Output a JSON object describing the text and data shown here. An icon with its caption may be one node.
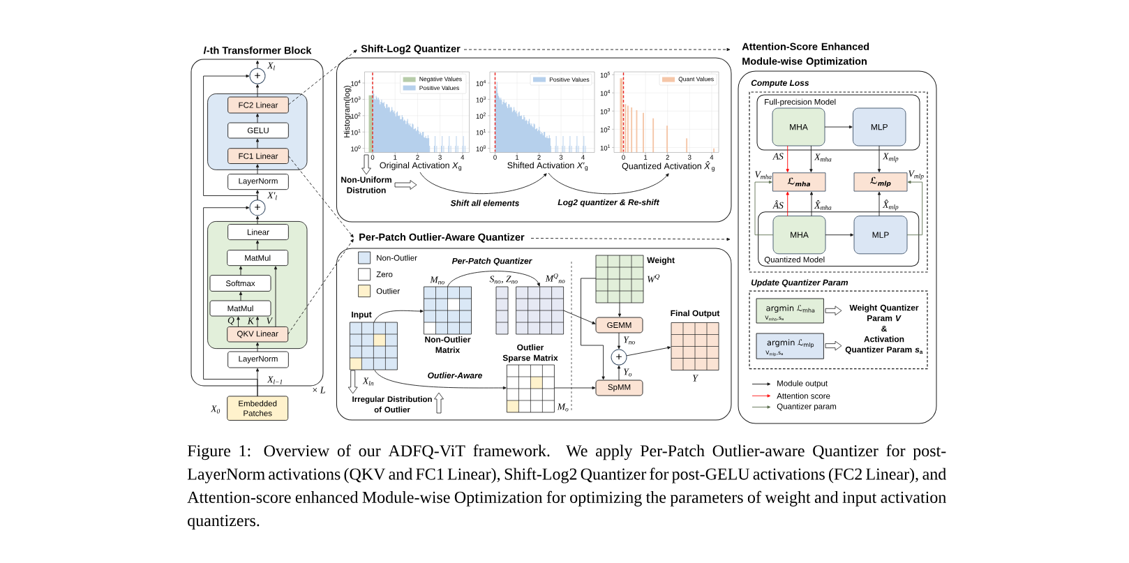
{
  "diagram": {
    "caption": "Figure 1: Overview of our ADFQ-ViT framework. We apply Per-Patch Outlier-aware Quantizer for post-LayerNorm activations (QKV and FC1 Linear), Shift-Log2 Quantizer for post-GELU activations (FC2 Linear), and Attention-score enhanced Module-wise Optimization for optimizing the parameters of weight and input activation quantizers.",
    "nodes": [
      {
        "text": [
          "*l*-th Transformer Block"
        ],
        "beside": [
          "× *L*"
        ]
      },
      {
        "text": [
          "+"
        ],
        "in": 0
      },
      {
        "text": [],
        "shape": "box",
        "in": 0
      },
      {
        "text": [
          "FC2 Linear"
        ],
        "in": 2
      },
      {
        "text": [
          "GELU"
        ],
        "in": 2
      },
      {
        "text": [
          "FC1 Linear"
        ],
        "in": 2
      },
      {
        "text": [
          "LayerNorm"
        ],
        "in": 0
      },
      {
        "text": [
          "+"
        ],
        "in": 0
      },
      {
        "text": [],
        "shape": "box",
        "in": 0
      },
      {
        "text": [
          "Linear"
        ],
        "in": 8
      },
      {
        "text": [
          "MatMul"
        ],
        "in": 8
      },
      {
        "text": [
          "Softmax"
        ],
        "in": 8
      },
      {
        "text": [
          "MatMul"
        ],
        "in": 8
      },
      {
        "text": [
          "QKV Linear"
        ],
        "in": 8
      },
      {
        "text": [
          "LayerNorm"
        ],
        "in": 0
      },
      {
        "text": [
          "Embedded Patches"
        ],
        "beside": [
          "X$_{0}$"
        ]
      },
      {
        "text": [
          "Shift-Log2 Quantizer"
        ]
      },
      {
        "text": [
          "Original Activation *X*$_{g}$"
        ],
        "in": 16
      },
      {
        "text": [
          "Shifted Activation *X*′$_{g}$"
        ],
        "in": 16
      },
      {
        "text": [
          "Quantized Activation *X̂*$_{g}$"
        ],
        "in": 16
      },
      {
        "text": [
          "Non-Uniform Distrution"
        ],
        "in": 16
      },
      {
        "text": [
          "Per-Patch Outlier-Aware Quantizer"
        ]
      },
      {
        "text": [
          "Input"
        ],
        "beside": [
          "X$_{ln}$"
        ],
        "in": 21
      },
      {
        "text": [
          "Non-Outlier Matrix"
        ],
        "beside": [
          "M$_{no}$"
        ],
        "in": 21
      },
      {
        "text": [
          "S$_{no}$, Z$_{no}$"
        ],
        "in": 21
      },
      {
        "text": [
          "M$^{Q}$$_{no}$"
        ],
        "in": 21
      },
      {
        "text": [
          "Outlier Sparse Matrix"
        ],
        "beside": [
          "M$_{o}$"
        ],
        "in": 21
      },
      {
        "text": [
          "Irregular Distribution of Outlier"
        ],
        "in": 21
      },
      {
        "text": [
          "Weight"
        ],
        "beside": [
          "W$^{Q}$"
        ],
        "in": 21
      },
      {
        "text": [
          "GEMM"
        ],
        "in": 21
      },
      {
        "text": [
          "+"
        ],
        "in": 21
      },
      {
        "text": [
          "SpMM"
        ],
        "in": 21
      },
      {
        "text": [
          "Final Output"
        ],
        "beside": [
          "Y"
        ],
        "in": 21
      },
      {
        "text": [
          "Attention-Score Enhanced Module-wise Optimization"
        ]
      },
      {
        "text": [
          "Compute Loss"
        ],
        "in": 33
      },
      {
        "text": [
          "Full-precision Model"
        ],
        "in": 34
      },
      {
        "text": [
          "MHA"
        ],
        "in": 35
      },
      {
        "text": [
          "MLP"
        ],
        "in": 35
      },
      {
        "text": [
          "ℒ$_{mha}$"
        ],
        "in": 34
      },
      {
        "text": [
          "ℒ$_{mlp}$"
        ],
        "in": 34
      },
      {
        "text": [
          "Quantized Model"
        ],
        "in": 34
      },
      {
        "text": [
          "MHA"
        ],
        "in": 40
      },
      {
        "text": [
          "MLP"
        ],
        "in": 40
      },
      {
        "text": [
          "Update Quantizer Param"
        ],
        "in": 33
      },
      {
        "text": [
          "argmin ℒ$_{mha}$",
          "V$_{mha}$,s$_{a}$"
        ],
        "in": 43
      },
      {
        "text": [
          "argmin ℒ$_{mlp}$",
          "V$_{mlp}$,s$_{a}$"
        ],
        "in": 43
      },
      {
        "text": [
          "Weight Quantizer Param *V*",
          "&",
          "Activation Quantizer Param *s*$_{a}$"
        ],
        "in": 43
      }
    ],
    "edges": [
      {
        "from": 15,
        "to": 14,
        "arrow": "to",
        "label": "X$_{l−1}$"
      },
      {
        "from": 15,
        "to": 7,
        "arrow": "to"
      },
      {
        "from": 14,
        "to": 13,
        "arrow": "to"
      },
      {
        "from": 13,
        "to": 12,
        "arrow": "to",
        "label": "Q"
      },
      {
        "from": 13,
        "to": 12,
        "arrow": "to",
        "label": "K"
      },
      {
        "from": 13,
        "to": 10,
        "arrow": "to",
        "label": "V"
      },
      {
        "from": 12,
        "to": 11,
        "arrow": "to"
      },
      {
        "from": 11,
        "to": 10,
        "arrow": "to"
      },
      {
        "from": 10,
        "to": 9,
        "arrow": "to"
      },
      {
        "from": 9,
        "to": 7,
        "arrow": "to"
      },
      {
        "from": 7,
        "to": 6,
        "arrow": "to",
        "label": "X′$_{l}$"
      },
      {
        "from": 7,
        "to": 1,
        "arrow": "to"
      },
      {
        "from": 6,
        "to": 5,
        "arrow": "to"
      },
      {
        "from": 5,
        "to": 4,
        "arrow": "to"
      },
      {
        "from": 4,
        "to": 3,
        "arrow": "to"
      },
      {
        "from": 3,
        "to": 1,
        "arrow": "to"
      },
      {
        "from": 1,
        "to": null,
        "arrow": "to",
        "label": "X$_{l}$"
      },
      {
        "from": 3,
        "to": 16,
        "arrow": "to",
        "style": "dashed"
      },
      {
        "from": 5,
        "to": 21,
        "arrow": "to",
        "style": "dashed"
      },
      {
        "from": 13,
        "to": 21,
        "arrow": "to",
        "style": "dashed"
      },
      {
        "from": 16,
        "to": 33,
        "arrow": "to",
        "style": "dashed"
      },
      {
        "from": 21,
        "to": 33,
        "arrow": "to",
        "style": "dashed"
      },
      {
        "from": 17,
        "to": 18,
        "arrow": "to",
        "label": "Shift all elements"
      },
      {
        "from": 18,
        "to": 19,
        "arrow": "to",
        "label": "Log2 quantizer & Re-shift"
      },
      {
        "from": 17,
        "to": 20,
        "arrow": "to"
      },
      {
        "from": 20,
        "to": 17,
        "arrow": "to"
      },
      {
        "from": 22,
        "to": 23,
        "arrow": "to"
      },
      {
        "from": 23,
        "to": 25,
        "arrow": "to",
        "label": "Per-Patch Quantizer"
      },
      {
        "from": 22,
        "to": 26,
        "arrow": "to",
        "label": "Outlier-Aware"
      },
      {
        "from": 25,
        "to": 29,
        "arrow": "to"
      },
      {
        "from": 28,
        "to": 29,
        "arrow": "to"
      },
      {
        "from": 28,
        "to": 31,
        "arrow": "to"
      },
      {
        "from": 26,
        "to": 31,
        "arrow": "to"
      },
      {
        "from": 29,
        "to": 30,
        "arrow": "to",
        "label": "Y$_{no}$"
      },
      {
        "from": 31,
        "to": 30,
        "arrow": "to",
        "label": "Y$_{o}$"
      },
      {
        "from": 30,
        "to": 32,
        "arrow": "to"
      },
      {
        "from": 22,
        "to": 27,
        "arrow": "to"
      },
      {
        "from": 27,
        "to": null,
        "arrow": "to"
      },
      {
        "from": 36,
        "to": 37,
        "arrow": "to"
      },
      {
        "from": 36,
        "to": 38,
        "arrow": "to",
        "label": "AS",
        "color": "#ff0000"
      },
      {
        "from": 36,
        "to": 38,
        "arrow": "to",
        "label": "X$_{mha}$"
      },
      {
        "from": 37,
        "to": 39,
        "arrow": "to",
        "label": "X$_{mlp}$"
      },
      {
        "from": 41,
        "to": 38,
        "arrow": "to",
        "label": "ÂS",
        "color": "#ff0000"
      },
      {
        "from": 41,
        "to": 38,
        "arrow": "to",
        "label": "X̂$_{mha}$"
      },
      {
        "from": 42,
        "to": 39,
        "arrow": "to",
        "label": "X̂$_{mlp}$"
      },
      {
        "from": 41,
        "to": 42,
        "arrow": "to"
      },
      {
        "from": 41,
        "to": 38,
        "arrow": "to",
        "label": "V$_{mha}$",
        "color": "#5e7050"
      },
      {
        "from": 42,
        "to": 39,
        "arrow": "to",
        "label": "V$_{mlp}$",
        "color": "#5e7050"
      },
      {
        "from": 44,
        "to": 46,
        "arrow": "to"
      },
      {
        "from": 45,
        "to": 46,
        "arrow": "to"
      }
    ],
    "labels": [
      "Histogram(log)",
      "10$^{4}$",
      "10$^{3}$",
      "10$^{2}$",
      "10$^{1}$",
      "10$^{0}$",
      "0",
      "1",
      "2",
      "3",
      "4",
      "10$^{4}$",
      "10$^{3}$",
      "10$^{2}$",
      "10$^{1}$",
      "10$^{0}$",
      "0",
      "1",
      "2",
      "3",
      "4",
      "10$^{5}$",
      "10$^{4}$",
      "10$^{3}$",
      "10$^{2}$",
      "10$^{1}$",
      "0",
      "1",
      "2",
      "3",
      "4"
    ],
    "legend": [
      {
        "text": "Negative Values",
        "color": "#b7cca9"
      },
      {
        "text": "Positive Values",
        "color": "#b6d0ec"
      },
      {
        "text": "Positive Values",
        "color": "#b6d0ec"
      },
      {
        "text": "Quant Values",
        "color": "#f5c6a8"
      },
      {
        "text": "Non-Outlier",
        "color": "#dae8f6"
      },
      {
        "text": "Zero"
      },
      {
        "text": "Outlier",
        "color": "#fff2cc"
      },
      {
        "text": "Module output"
      },
      {
        "text": "Attention score"
      },
      {
        "text": "Quantizer param"
      }
    ]
  }
}
